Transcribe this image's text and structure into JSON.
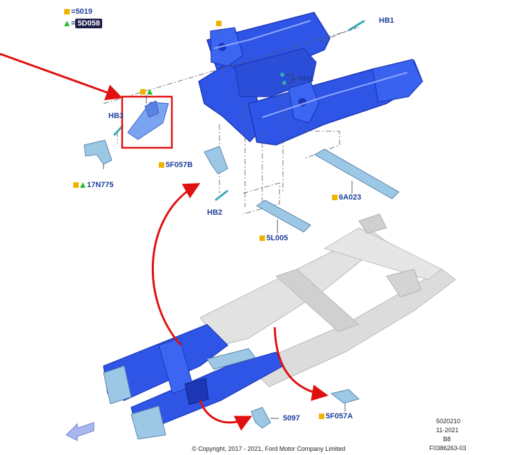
{
  "legend": {
    "square_code": "5019",
    "triangle_code": "5D058",
    "equals": "="
  },
  "callouts": {
    "hb1": "HB1",
    "hn1": "HN1",
    "hb3": "HB3",
    "hb2": "HB2",
    "p17n775": "17N775",
    "p5f057b": "5F057B",
    "p6a023": "6A023",
    "p5l005": "5L005",
    "p5097": "5097",
    "p5f057a": "5F057A"
  },
  "reference": {
    "code": "5020210",
    "date": "11-2021",
    "variant": "B8",
    "figure": "F0386263-03"
  },
  "copyright": "© Copyright, 2017 - 2021, Ford Motor Company Limited",
  "colors": {
    "part_blue": "#2f55e6",
    "part_blue_dark": "#1d37b8",
    "accessory_cyan": "#9cc8e6",
    "frame_gray": "#d9d9d9",
    "highlight_red": "#e01010",
    "label_blue": "#1f3f9a",
    "square_marker": "#f0b400",
    "triangle_marker": "#22c02a"
  }
}
